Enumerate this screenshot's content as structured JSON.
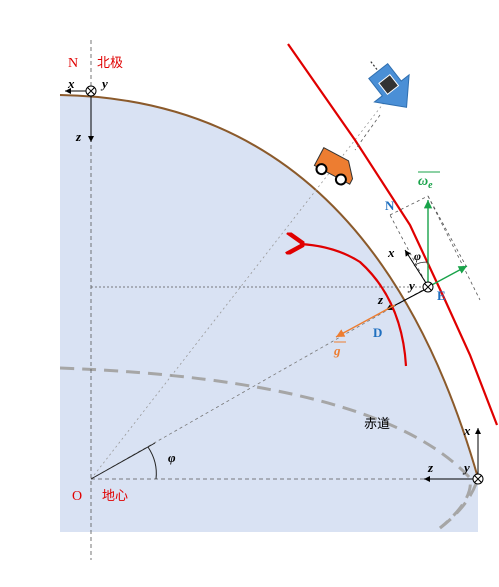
{
  "labels": {
    "north_letter": "N",
    "north_pole": "北极",
    "origin_letter": "O",
    "earth_center": "地心",
    "equator": "赤道",
    "phi_center": "φ",
    "phi_local": "φ",
    "omega_e": "ω",
    "omega_e_sub": "e",
    "g": "g",
    "local_N": "N",
    "local_E": "E",
    "local_D": "D",
    "pole_x": "x",
    "pole_y": "y",
    "pole_z": "z",
    "local_x": "x",
    "local_y": "y",
    "local_z": "z",
    "eq_x": "x",
    "eq_y": "y",
    "eq_z": "z"
  },
  "colors": {
    "earth_fill": "#d9e2f3",
    "earth_edge": "#8b5a2b",
    "red": "#e00000",
    "green": "#19a34a",
    "blue_label": "#1f6fbf",
    "orange": "#ed7d31",
    "car": "#ed7d31",
    "arrow_blue": "#4a8fd6"
  },
  "icons": {
    "car": "car-icon",
    "incoming": "incoming-arrow-icon"
  }
}
